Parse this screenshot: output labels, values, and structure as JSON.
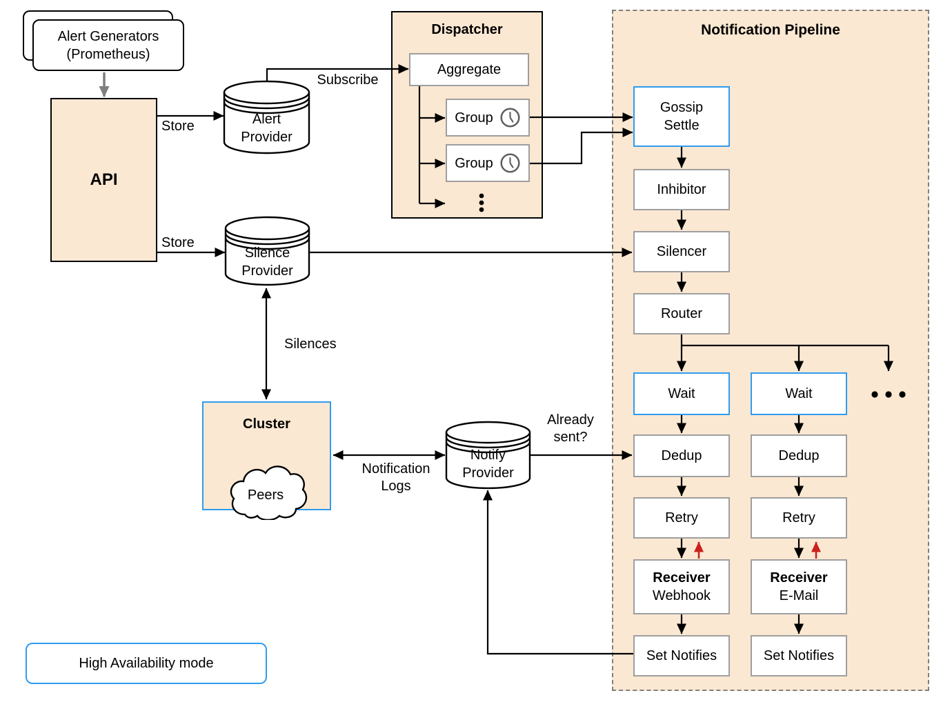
{
  "colors": {
    "peach_fill": "#FBE8D2",
    "blue_border": "#2E9BF0",
    "gray_box_border": "#9E9E9E",
    "pipeline_dashed_border": "#7F7F7F",
    "red_arrow": "#C9211E",
    "gray_arrow": "#7F7F7F",
    "line_black": "#000000"
  },
  "alert_generators": {
    "label": "Alert Generators\n(Prometheus)"
  },
  "api": {
    "label": "API"
  },
  "providers": {
    "alert": "Alert\nProvider",
    "silence": "Silence\nProvider",
    "notify": "Notify\nProvider"
  },
  "dispatcher": {
    "title": "Dispatcher",
    "aggregate": "Aggregate",
    "group1": "Group",
    "group2": "Group"
  },
  "pipeline": {
    "title": "Notification Pipeline",
    "gossip_settle": "Gossip\nSettle",
    "inhibitor": "Inhibitor",
    "silencer": "Silencer",
    "router": "Router",
    "col1": {
      "wait": "Wait",
      "dedup": "Dedup",
      "retry": "Retry",
      "receiver_title": "Receiver",
      "receiver_type": "Webhook",
      "set_notifies": "Set Notifies"
    },
    "col2": {
      "wait": "Wait",
      "dedup": "Dedup",
      "retry": "Retry",
      "receiver_title": "Receiver",
      "receiver_type": "E-Mail",
      "set_notifies": "Set Notifies"
    }
  },
  "cluster": {
    "title": "Cluster",
    "peers": "Peers"
  },
  "edges": {
    "store_top": "Store",
    "store_bottom": "Store",
    "subscribe": "Subscribe",
    "silences": "Silences",
    "notification_logs": "Notification\nLogs",
    "already_sent": "Already\nsent?"
  },
  "legend": {
    "ha_mode": "High Availability mode"
  }
}
